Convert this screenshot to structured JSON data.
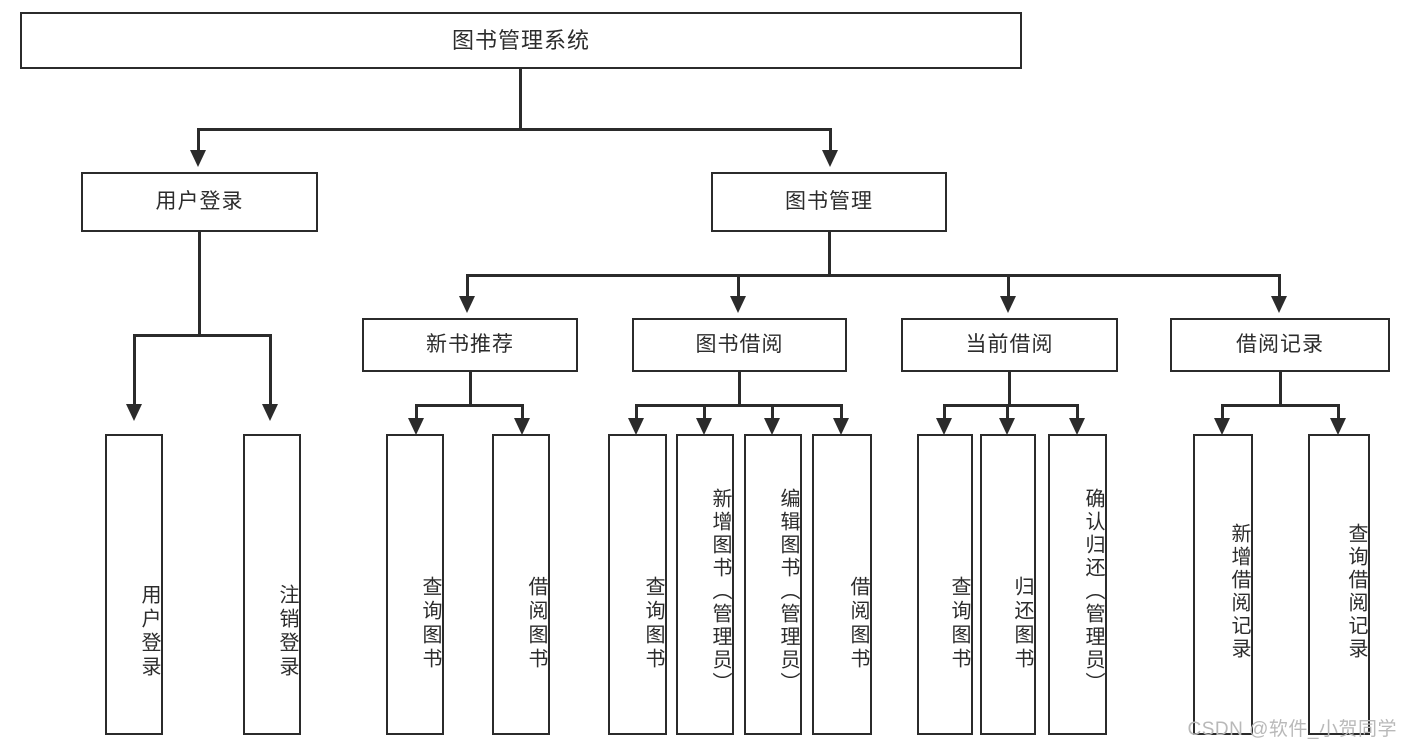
{
  "diagram": {
    "type": "tree-hierarchy",
    "title": "图书管理系统",
    "root": {
      "label": "图书管理系统"
    },
    "level1": [
      {
        "label": "用户登录"
      },
      {
        "label": "图书管理"
      }
    ],
    "level2": [
      {
        "label": "新书推荐"
      },
      {
        "label": "图书借阅"
      },
      {
        "label": "当前借阅"
      },
      {
        "label": "借阅记录"
      }
    ],
    "leaves": {
      "user_login": [
        {
          "label": "用户登录"
        },
        {
          "label": "注销登录"
        }
      ],
      "new_book_recommend": [
        {
          "label": "查询图书"
        },
        {
          "label": "借阅图书"
        }
      ],
      "book_borrow": [
        {
          "label": "查询图书"
        },
        {
          "label": "新增图书（管理员）"
        },
        {
          "label": "编辑图书（管理员）"
        },
        {
          "label": "借阅图书"
        }
      ],
      "current_borrow": [
        {
          "label": "查询图书"
        },
        {
          "label": "归还图书"
        },
        {
          "label": "确认归还（管理员）"
        }
      ],
      "borrow_record": [
        {
          "label": "新增借阅记录"
        },
        {
          "label": "查询借阅记录"
        }
      ]
    }
  },
  "watermark": {
    "text": "CSDN @软件_小贺同学"
  },
  "colors": {
    "stroke": "#2b2b2b",
    "text": "#2c2c2c",
    "background": "#ffffff",
    "watermark": "#b9b9b9"
  }
}
